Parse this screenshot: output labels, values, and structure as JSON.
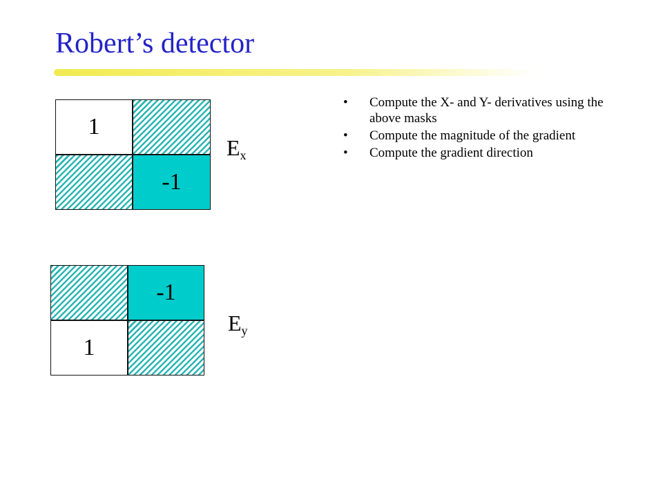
{
  "slide": {
    "title": "Robert’s detector"
  },
  "masks": {
    "ex": {
      "label": "E",
      "subscript": "x",
      "cells": [
        "1",
        "",
        "",
        "-1"
      ]
    },
    "ey": {
      "label": "E",
      "subscript": "y",
      "cells": [
        "",
        "-1",
        "1",
        ""
      ]
    }
  },
  "bullets": [
    "Compute the X- and Y- derivatives using the above masks",
    "Compute the magnitude of the gradient",
    "Compute the gradient direction"
  ],
  "colors": {
    "title": "#2323c8",
    "underline": "#f5f06e",
    "mask_solid": "#00cccc",
    "mask_hatch": "#2ab4b4"
  }
}
